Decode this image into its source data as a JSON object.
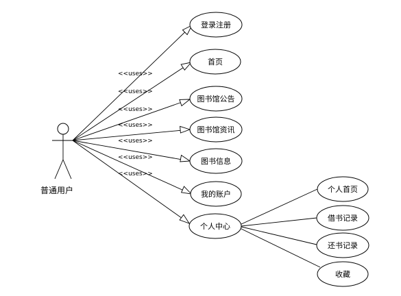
{
  "actor": {
    "name": "普通用户"
  },
  "stereotype": "<<uses>>",
  "use_cases": [
    {
      "id": "login",
      "label": "登录注册"
    },
    {
      "id": "home",
      "label": "首页"
    },
    {
      "id": "notice",
      "label": "图书馆公告"
    },
    {
      "id": "news",
      "label": "图书馆资讯"
    },
    {
      "id": "bookinfo",
      "label": "图书信息"
    },
    {
      "id": "account",
      "label": "我的账户"
    },
    {
      "id": "center",
      "label": "个人中心"
    },
    {
      "id": "profile",
      "label": "个人首页"
    },
    {
      "id": "borrow",
      "label": "借书记录"
    },
    {
      "id": "return",
      "label": "还书记录"
    },
    {
      "id": "favorite",
      "label": "收藏"
    }
  ]
}
